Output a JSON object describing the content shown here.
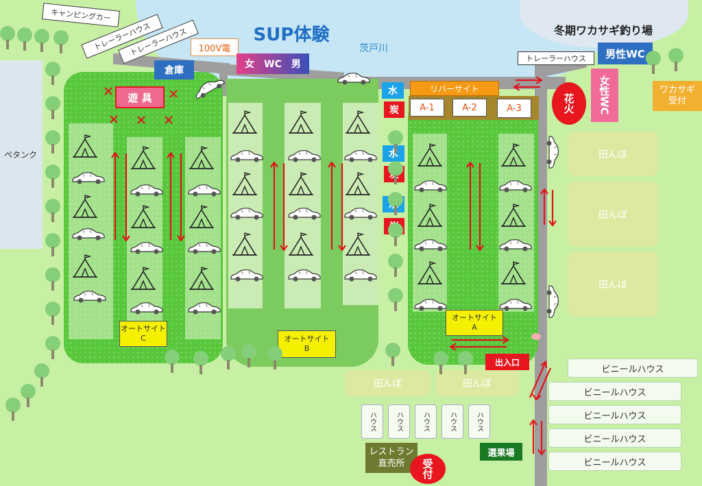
{
  "labels": {
    "sup": "SUP体験",
    "river": "茨戸川",
    "smelt": "冬期ワカサギ釣り場",
    "camping_car": "キャンピングカー",
    "trailer1": "トレーラーハウス",
    "trailer2": "トレーラーハウス",
    "trailer3": "トレーラーハウス",
    "power": "100V電",
    "wc_center": "女　WC　男",
    "storage": "倉庫",
    "playground": "遊 具",
    "mens_wc": "男性WC",
    "womens_wc": "女性WC",
    "smelt_reception": "ワカサギ受付",
    "river_site": "リバーサイト",
    "a1": "A-1",
    "a2": "A-2",
    "a3": "A-3",
    "fireworks": "花火",
    "petanque": "ペタンク",
    "water1": "水",
    "water2": "水",
    "water3": "水",
    "charcoal1": "炭",
    "charcoal2": "炭",
    "charcoal3": "炭",
    "rice1": "田んぼ",
    "rice2": "田んぼ",
    "rice3": "田んぼ",
    "rice4": "田んぼ",
    "rice5": "田んぼ",
    "auto_a_1": "オートサイト",
    "auto_a_2": "A",
    "auto_b_1": "オートサイト",
    "auto_b_2": "B",
    "auto_c_1": "オートサイト",
    "auto_c_2": "C",
    "entrance": "出入口",
    "house1": "ハウス",
    "house2": "ハウス",
    "house3": "ハウス",
    "house4": "ハウス",
    "house5": "ハウス",
    "vinyl1": "ビニールハウス",
    "vinyl2": "ビニールハウス",
    "vinyl3": "ビニールハウス",
    "vinyl4": "ビニールハウス",
    "vinyl5": "ビニールハウス",
    "sorting": "選果場",
    "restaurant": "レストラン直売所",
    "reception": "受付"
  },
  "colors": {
    "grass": "#58c73c",
    "road": "#9e9e9e",
    "lake": "#c6e6f5",
    "arrow": "#e0141c",
    "background": "#c8f0a4"
  },
  "icons": [
    "tent-icon",
    "car-icon",
    "tree-icon",
    "arrow-icon",
    "x-mark-icon"
  ]
}
